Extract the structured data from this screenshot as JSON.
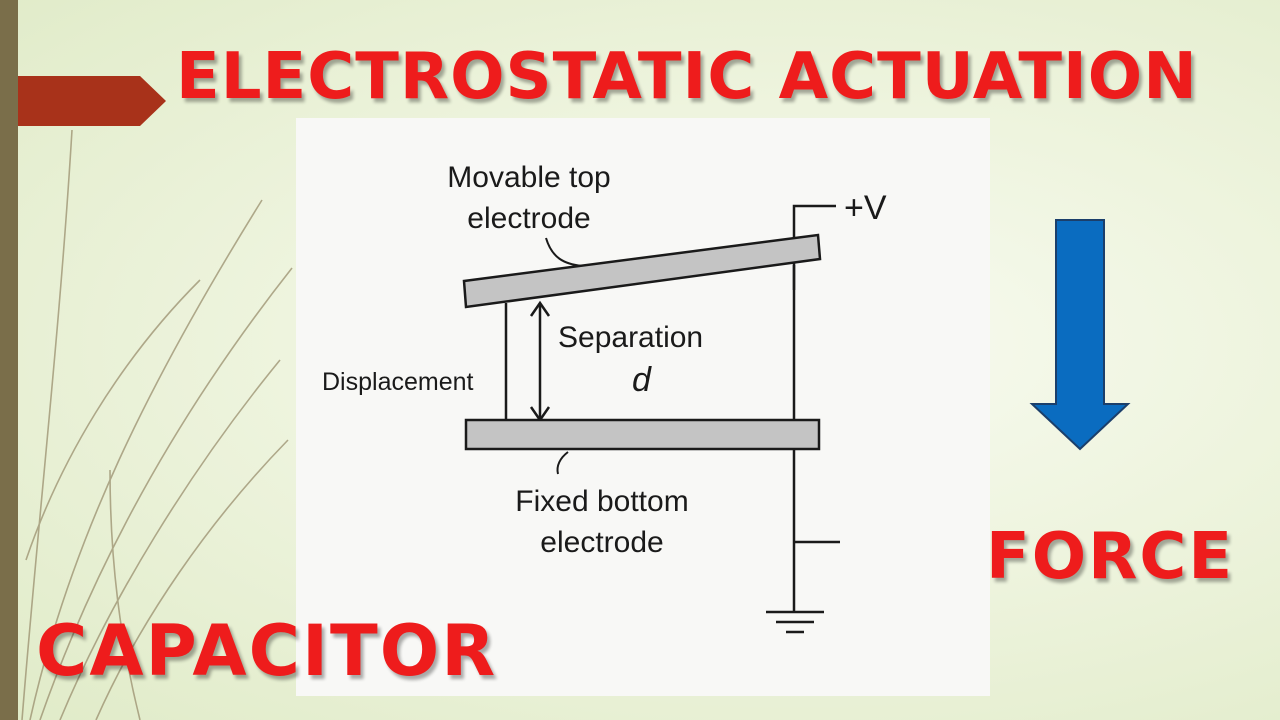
{
  "slide": {
    "title": "ELECTROSTATIC ACTUATION",
    "bottom_left_label": "CAPACITOR",
    "bottom_right_label": "FORCE"
  },
  "diagram": {
    "movable_electrode_line1": "Movable top",
    "movable_electrode_line2": "electrode",
    "voltage_label": "+V",
    "separation_label": "Separation",
    "separation_symbol": "d",
    "displacement_label": "Displacement",
    "fixed_electrode_line1": "Fixed bottom",
    "fixed_electrode_line2": "electrode"
  },
  "colors": {
    "title_red": "#ee1c1c",
    "force_arrow_blue": "#0a6cc0",
    "pointer_tab": "#a8321a",
    "left_bar": "#7a6e4a",
    "electrode_gray": "#c4c4c4"
  }
}
